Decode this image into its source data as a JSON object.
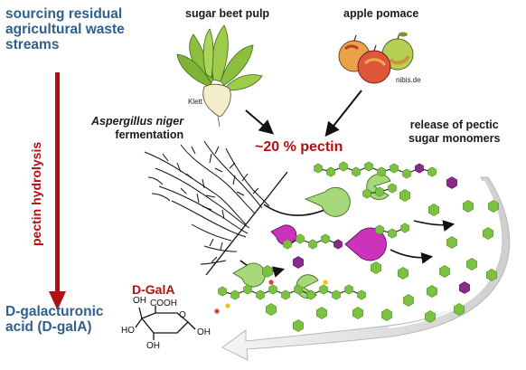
{
  "header": {
    "line1": "sourcing residual",
    "line2": "agricultural waste",
    "line3": "streams"
  },
  "sources": {
    "beet_label": "sugar beet pulp",
    "beet_credit": "Klett",
    "apple_label": "apple pomace",
    "apple_credit": "nibis.de"
  },
  "process": {
    "hydrolysis_label": "pectin hydrolysis",
    "organism": "Aspergillus niger",
    "fermentation": "fermentation",
    "pectin_fraction": "~20 % pectin",
    "release_line1": "release of pectic",
    "release_line2": "sugar monomers"
  },
  "product": {
    "line1": "D-galacturonic",
    "line2": "acid (D-galA)",
    "galA_label": "D-GalA",
    "structure": {
      "oh_top": "OH",
      "cooh": "COOH",
      "o_ring": "O",
      "ho_left": "HO",
      "oh_right": "OH",
      "oh_bottom": "OH"
    }
  },
  "colors": {
    "heading_blue": "#2f5f8f",
    "accent_red": "#b30f12",
    "monomer_green": "#7cc242",
    "monomer_purple": "#8a2a8a",
    "enzyme_purple": "#cc33bb",
    "enzyme_green": "#a6d77a"
  }
}
